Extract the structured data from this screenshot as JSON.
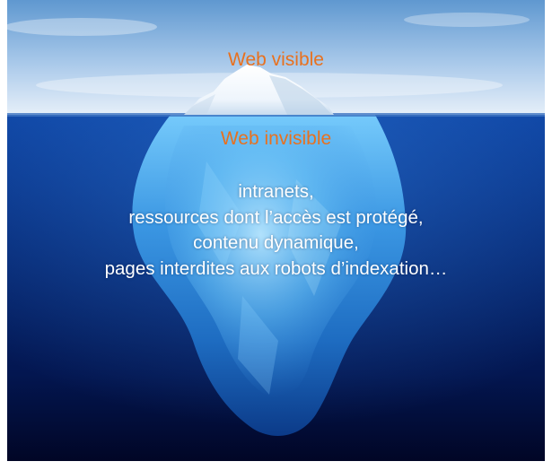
{
  "colors": {
    "accent_label": "#e8711f",
    "body_text": "#ffffff",
    "sky_top": "#6fa4d6",
    "sky_horizon": "#e4eef8",
    "water_surface": "#0a3d9a",
    "water_deep": "#020b33",
    "ice_light": "#f4f9ff",
    "ice_under": "#47aaf0"
  },
  "image": {
    "subject": "iceberg-photo"
  },
  "labels": {
    "visible": "Web visible",
    "invisible": "Web invisible"
  },
  "examples": [
    "intranets,",
    "ressources dont l’accès est protégé,",
    "contenu dynamique,",
    "pages interdites aux robots d’indexation…"
  ]
}
